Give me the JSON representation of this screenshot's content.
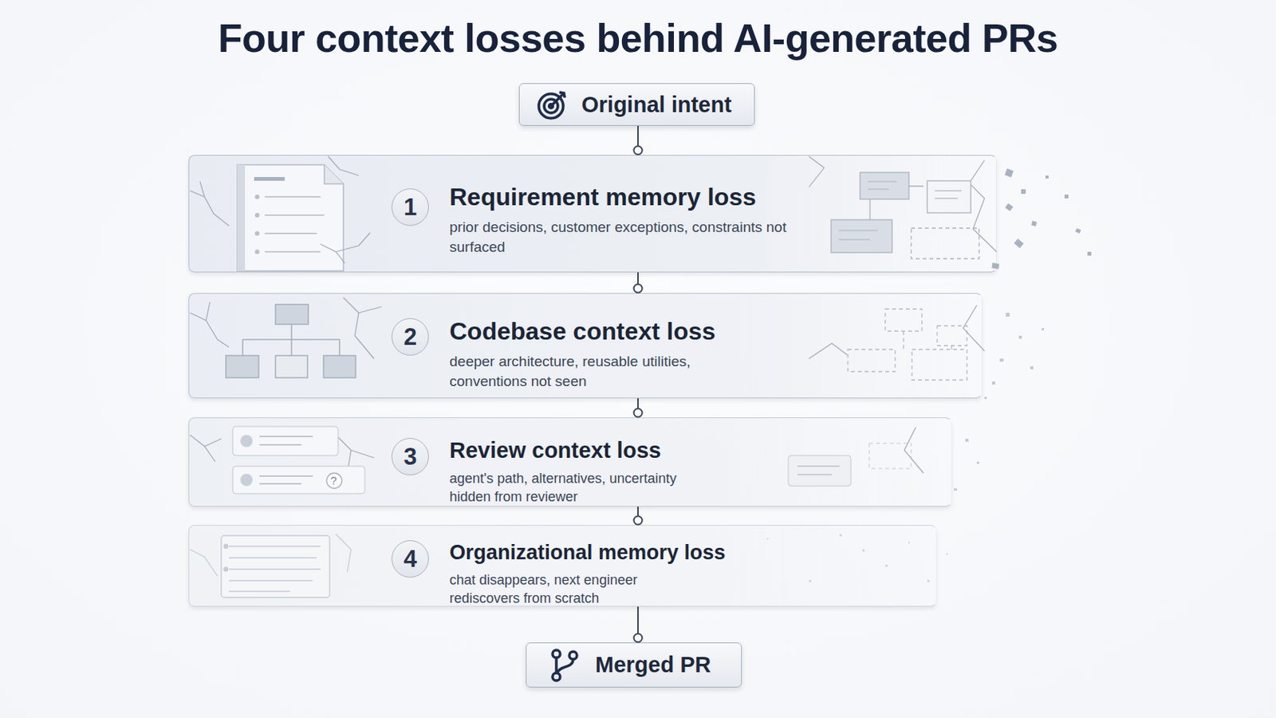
{
  "diagram": {
    "title": "Four context losses behind AI-generated PRs",
    "nodes": [
      {
        "text": [
          "Original intent"
        ]
      },
      {
        "text": [
          "Requirement memory loss",
          "prior decisions, customer exceptions, constraints not surfaced"
        ]
      },
      {
        "text": [
          "1"
        ],
        "in": 1
      },
      {
        "text": [
          "Codebase context loss",
          "deeper architecture, reusable utilities, conventions not seen"
        ]
      },
      {
        "text": [
          "2"
        ],
        "in": 3
      },
      {
        "text": [
          "Review context loss",
          "agent's path, alternatives, uncertainty hidden from reviewer"
        ]
      },
      {
        "text": [
          "3"
        ],
        "in": 5
      },
      {
        "text": [
          "Organizational memory loss",
          "chat disappears, next engineer rediscovers from scratch"
        ]
      },
      {
        "text": [
          "4"
        ],
        "in": 7
      },
      {
        "text": [
          "Merged PR"
        ]
      }
    ],
    "edges": [
      {
        "from": 0,
        "to": 1,
        "arrow": "none"
      },
      {
        "from": 1,
        "to": 3,
        "arrow": "none"
      },
      {
        "from": 3,
        "to": 5,
        "arrow": "none"
      },
      {
        "from": 5,
        "to": 7,
        "arrow": "none"
      },
      {
        "from": 7,
        "to": 9,
        "arrow": "none"
      }
    ],
    "labels": [
      "?"
    ]
  }
}
